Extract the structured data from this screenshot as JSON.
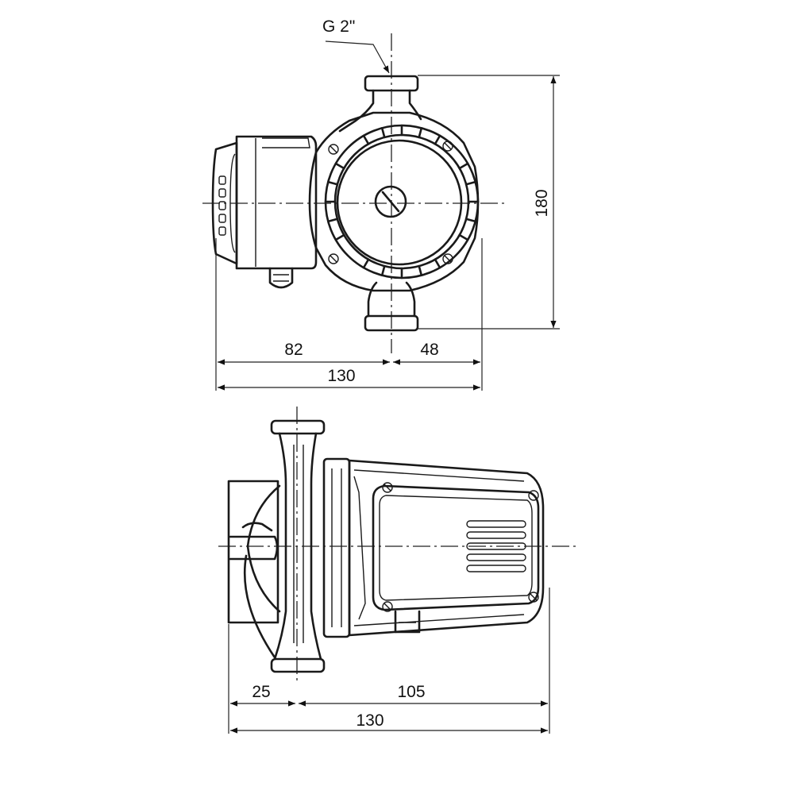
{
  "top_view": {
    "thread_label": "G 2\"",
    "dim_height": "180",
    "dim_left": "82",
    "dim_right": "48",
    "dim_total": "130"
  },
  "side_view": {
    "dim_left": "25",
    "dim_right": "105",
    "dim_total": "130"
  }
}
